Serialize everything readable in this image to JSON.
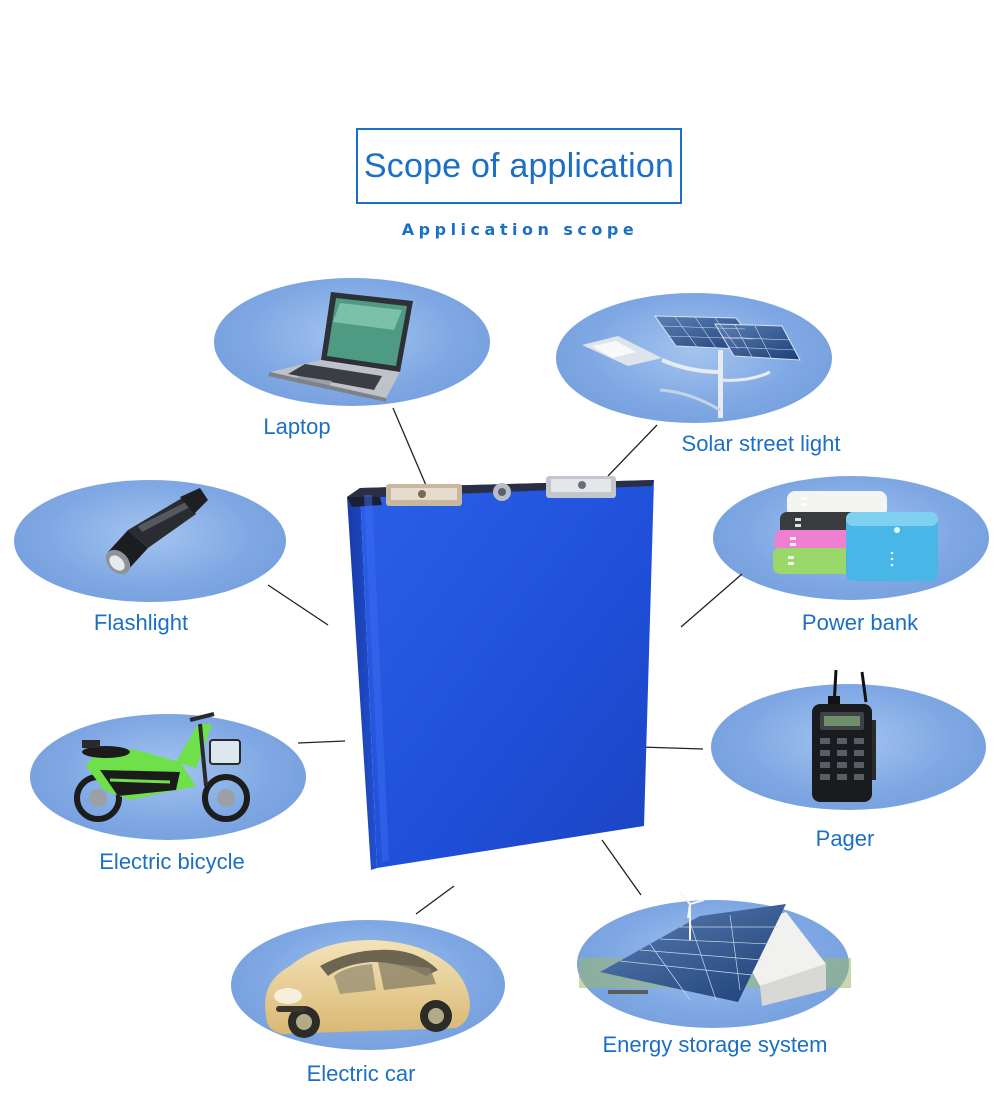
{
  "header": {
    "title": "Scope of application",
    "subtitle": "Application scope"
  },
  "applications": [
    {
      "name": "laptop",
      "label": "Laptop",
      "icon": "laptop-icon"
    },
    {
      "name": "solar-street-light",
      "label": "Solar street light",
      "icon": "solar-street-light-icon"
    },
    {
      "name": "flashlight",
      "label": "Flashlight",
      "icon": "flashlight-icon"
    },
    {
      "name": "power-bank",
      "label": "Power bank",
      "icon": "power-bank-icon"
    },
    {
      "name": "electric-bicycle",
      "label": "Electric bicycle",
      "icon": "electric-bicycle-icon"
    },
    {
      "name": "pager",
      "label": "Pager",
      "icon": "pager-icon"
    },
    {
      "name": "electric-car",
      "label": "Electric car",
      "icon": "electric-car-icon"
    },
    {
      "name": "energy-storage-system",
      "label": "Energy storage system",
      "icon": "energy-storage-icon"
    }
  ],
  "colors": {
    "accent": "#1b6fc4",
    "ellipse": "#7ea7e3",
    "battery": "#1f4fd8"
  }
}
